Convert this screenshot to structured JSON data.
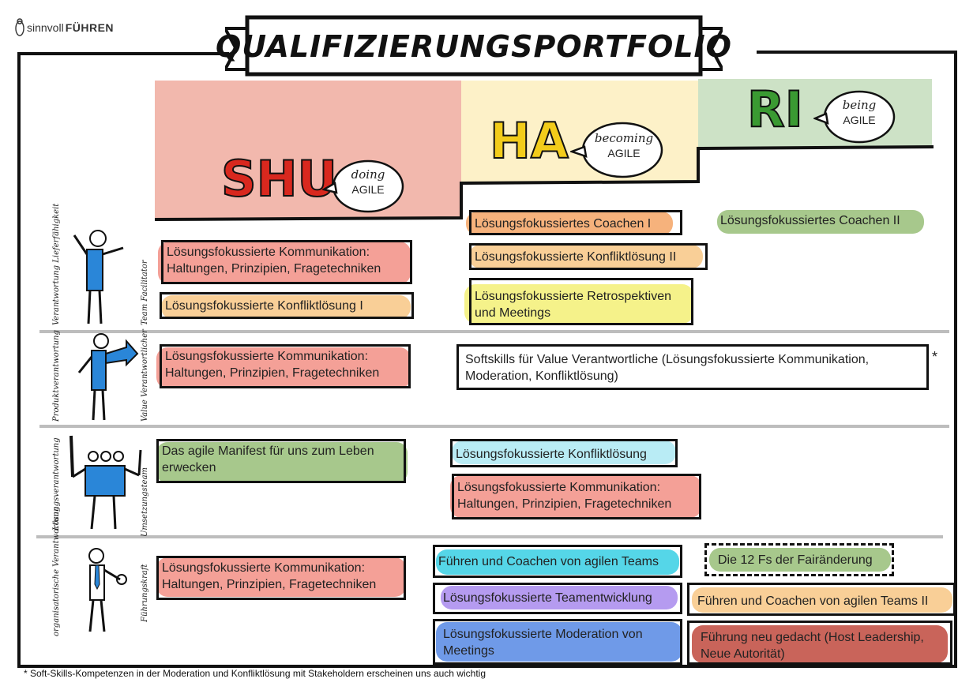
{
  "brand": {
    "prefix": "sinnvoll",
    "name": "FÜHREN"
  },
  "title": "QUALIFIZIERUNGSPORTFOLIO",
  "stages": [
    {
      "word": "SHU",
      "bubble_top": "doing",
      "bubble_bottom": "AGILE",
      "color": "#f2b8ad",
      "word_color": "#d9281e"
    },
    {
      "word": "HA",
      "bubble_top": "becoming",
      "bubble_bottom": "AGILE",
      "color": "#fdf1c8",
      "word_color": "#f2cc1a"
    },
    {
      "word": "RI",
      "bubble_top": "being",
      "bubble_bottom": "AGILE",
      "color": "#cde2c6",
      "word_color": "#3a9a32"
    }
  ],
  "roles": [
    {
      "label_left": "Verantwortung Lieferfähigkeit",
      "label_right": "Team Facilitator"
    },
    {
      "label_left": "Produktverantwortung",
      "label_right": "Value Verantwortlicher"
    },
    {
      "label_left": "Lösungsverantwortung",
      "label_right": "Umsetzungsteam"
    },
    {
      "label_left": "organisatorische Verantwortung",
      "label_right": "Führungskraft"
    }
  ],
  "rows": {
    "r1": {
      "shu_1": "Lösungsfokussierte Kommunikation: Haltungen, Prinzipien, Fragetechniken",
      "shu_2": "Lösungsfokussierte Konfliktlösung I",
      "ha_1": "Lösungsfokussiertes Coachen I",
      "ha_2": "Lösungsfokussierte Konfliktlösung II",
      "ha_3": "Lösungsfokussierte Retrospektiven und Meetings",
      "ri_1": "Lösungsfokussiertes Coachen II"
    },
    "r2": {
      "shu_1": "Lösungsfokussierte Kommunikation: Haltungen, Prinzipien, Fragetechniken",
      "ha_1": "Softskills für Value Verantwortliche (Lösungsfokussierte Kommunikation, Moderation, Konfliktlösung)",
      "star": "*"
    },
    "r3": {
      "shu_1": "Das agile Manifest für uns zum Leben erwecken",
      "ha_1": "Lösungsfokussierte Konfliktlösung",
      "ha_2": "Lösungsfokussierte Kommunikation: Haltungen, Prinzipien, Fragetechniken"
    },
    "r4": {
      "shu_1": "Lösungsfokussierte Kommunikation: Haltungen, Prinzipien, Fragetechniken",
      "ha_1": "Führen und Coachen von agilen Teams",
      "ha_2": "Lösungsfokussierte Teamentwicklung",
      "ha_3": "Lösungsfokussierte Moderation von Meetings",
      "ri_1": "Die 12 Fs der Fairänderung",
      "ri_2": "Führen und Coachen von agilen Teams II",
      "ri_3": "Führung neu gedacht (Host Leadership, Neue Autorität)"
    }
  },
  "footnote": "* Soft-Skills-Kompetenzen in der Moderation und Konfliktlösung mit Stakeholdern erscheinen uns auch wichtig",
  "colors": {
    "red_hl": "#f4a097",
    "orange_hl": "#f6b27c",
    "light_orange_hl": "#f9cf97",
    "yellow_hl": "#f5f28a",
    "green_hl": "#a7c88c",
    "cyan_hl": "#b9ecf5",
    "turquoise_hl": "#55d6e8",
    "purple_hl": "#b59bf0",
    "blue_hl": "#6f9ae8",
    "brown_hl": "#c9645a",
    "accent_blue": "#2a86d8"
  }
}
